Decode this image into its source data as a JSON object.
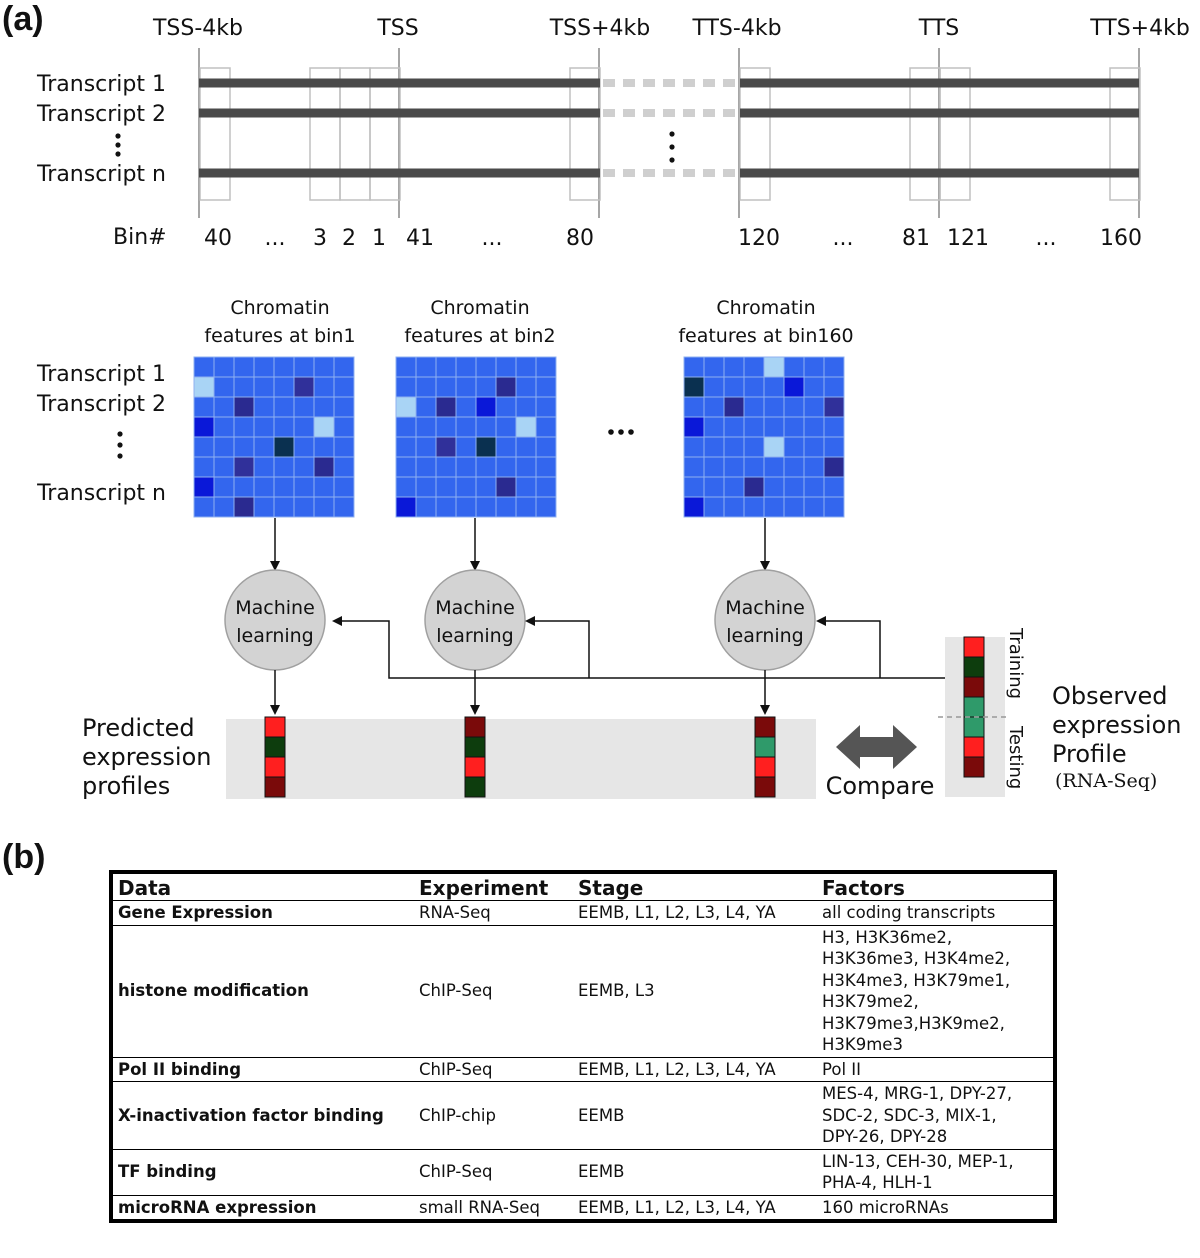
{
  "panel_a": {
    "label": "(a)",
    "axis_labels": [
      "TSS-4kb",
      "TSS",
      "TSS+4kb",
      "TTS-4kb",
      "TTS",
      "TTS+4kb"
    ],
    "transcript_labels": [
      "Transcript 1",
      "Transcript 2",
      "Transcript n"
    ],
    "bin_label": "Bin#",
    "bin_numbers": [
      "40",
      "...",
      "3",
      "2",
      "1",
      "41",
      "...",
      "80",
      "120",
      "...",
      "81",
      "121",
      "...",
      "160"
    ],
    "feature_titles": [
      [
        "Chromatin",
        "features at bin1"
      ],
      [
        "Chromatin",
        "features at bin2"
      ],
      [
        "Chromatin",
        "features at bin160"
      ]
    ],
    "ellipsis": "...",
    "ml_label": [
      "Machine",
      "learning"
    ],
    "predicted_label": [
      "Predicted",
      "expression",
      "profiles"
    ],
    "compare_label": "Compare",
    "training_label": "Training",
    "testing_label": "Testing",
    "observed_label": [
      "Observed",
      "expression",
      "Profile"
    ],
    "observed_sublabel": "(RNA-Seq)",
    "colors": {
      "bar": "#4a4a4a",
      "grid_base": "#3366ee",
      "red": "#ff1f1f",
      "dark_red": "#7a0a0a",
      "dark_green": "#0d3d0d",
      "sea_green": "#2f9a6a",
      "ml_circle": "#d3d3d3",
      "band": "#e6e6e6",
      "arrow": "#555555"
    },
    "grids": [
      [
        [
          0,
          0,
          0,
          0,
          0,
          0,
          0,
          0
        ],
        [
          5,
          0,
          0,
          0,
          0,
          2,
          0,
          0
        ],
        [
          0,
          0,
          3,
          0,
          0,
          0,
          0,
          0
        ],
        [
          1,
          0,
          0,
          0,
          0,
          0,
          5,
          0
        ],
        [
          0,
          0,
          0,
          0,
          4,
          0,
          0,
          0
        ],
        [
          0,
          0,
          2,
          0,
          0,
          0,
          3,
          0
        ],
        [
          1,
          0,
          0,
          0,
          0,
          0,
          0,
          0
        ],
        [
          0,
          0,
          3,
          0,
          0,
          0,
          0,
          0
        ]
      ],
      [
        [
          0,
          0,
          0,
          0,
          0,
          0,
          0,
          0
        ],
        [
          0,
          0,
          0,
          0,
          0,
          3,
          0,
          0
        ],
        [
          5,
          0,
          3,
          0,
          1,
          0,
          0,
          0
        ],
        [
          0,
          0,
          0,
          0,
          0,
          0,
          5,
          0
        ],
        [
          0,
          0,
          2,
          0,
          4,
          0,
          0,
          0
        ],
        [
          0,
          0,
          0,
          0,
          0,
          0,
          0,
          0
        ],
        [
          0,
          0,
          0,
          0,
          0,
          3,
          0,
          0
        ],
        [
          1,
          0,
          0,
          0,
          0,
          0,
          0,
          0
        ]
      ],
      [
        [
          0,
          0,
          0,
          0,
          5,
          0,
          0,
          0
        ],
        [
          4,
          0,
          0,
          0,
          0,
          1,
          0,
          0
        ],
        [
          0,
          0,
          3,
          0,
          0,
          0,
          0,
          2
        ],
        [
          1,
          0,
          0,
          0,
          0,
          0,
          0,
          0
        ],
        [
          0,
          0,
          0,
          0,
          5,
          0,
          0,
          0
        ],
        [
          0,
          0,
          0,
          0,
          0,
          0,
          0,
          3
        ],
        [
          0,
          0,
          0,
          3,
          0,
          0,
          0,
          0
        ],
        [
          1,
          0,
          0,
          0,
          0,
          0,
          0,
          0
        ]
      ]
    ],
    "predicted_profiles": [
      [
        "red",
        "dark_green",
        "red",
        "dark_red"
      ],
      [
        "dark_red",
        "dark_green",
        "red",
        "dark_green"
      ],
      [
        "dark_red",
        "sea_green",
        "red",
        "dark_red"
      ]
    ],
    "observed_profile": [
      "red",
      "dark_green",
      "dark_red",
      "sea_green",
      "sea_green",
      "red",
      "dark_red"
    ]
  },
  "panel_b": {
    "label": "(b)",
    "headers": [
      "Data",
      "Experiment",
      "Stage",
      "Factors"
    ],
    "rows": [
      {
        "data": "Gene Expression",
        "experiment": "RNA-Seq",
        "stage": "EEMB, L1, L2, L3, L4, YA",
        "factors": [
          "all coding transcripts"
        ]
      },
      {
        "data": "histone modification",
        "experiment": "ChIP-Seq",
        "stage": "EEMB, L3",
        "factors": [
          "H3, H3K36me2,",
          "H3K36me3, H3K4me2,",
          "H3K4me3, H3K79me1,",
          "H3K79me2,",
          "H3K79me3,H3K9me2,",
          "H3K9me3"
        ]
      },
      {
        "data": "Pol II binding",
        "experiment": "ChIP-Seq",
        "stage": "EEMB, L1, L2, L3, L4, YA",
        "factors": [
          "Pol II"
        ]
      },
      {
        "data": "X-inactivation factor binding",
        "experiment": "ChIP-chip",
        "stage": "EEMB",
        "factors": [
          "MES-4, MRG-1, DPY-27,",
          "SDC-2, SDC-3, MIX-1,",
          "DPY-26, DPY-28"
        ]
      },
      {
        "data": "TF binding",
        "experiment": "ChIP-Seq",
        "stage": "EEMB",
        "factors": [
          "LIN-13, CEH-30, MEP-1,",
          "PHA-4, HLH-1"
        ]
      },
      {
        "data": "microRNA expression",
        "experiment": "small RNA-Seq",
        "stage": "EEMB, L1, L2, L3, L4, YA",
        "factors": [
          "160 microRNAs"
        ]
      }
    ]
  }
}
